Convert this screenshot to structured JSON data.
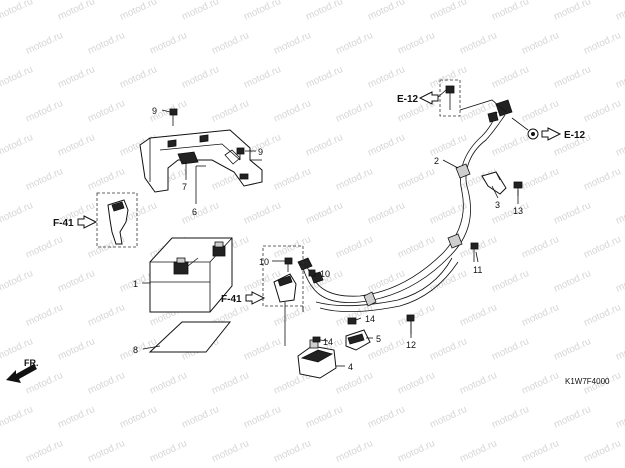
{
  "watermark": "motod.ru",
  "diagram_code": "K1W7F4000",
  "front_label": "FR.",
  "references": [
    {
      "id": "e12-left",
      "label": "E-12"
    },
    {
      "id": "e12-right",
      "label": "E-12"
    },
    {
      "id": "f41-left",
      "label": "F-41"
    },
    {
      "id": "f41-center",
      "label": "F-41"
    }
  ],
  "callouts": [
    {
      "id": "c1",
      "number": "1"
    },
    {
      "id": "c2",
      "number": "2"
    },
    {
      "id": "c3",
      "number": "3"
    },
    {
      "id": "c4",
      "number": "4"
    },
    {
      "id": "c5",
      "number": "5"
    },
    {
      "id": "c6",
      "number": "6"
    },
    {
      "id": "c7",
      "number": "7"
    },
    {
      "id": "c8",
      "number": "8"
    },
    {
      "id": "c9a",
      "number": "9"
    },
    {
      "id": "c9b",
      "number": "9"
    },
    {
      "id": "c10a",
      "number": "10"
    },
    {
      "id": "c10b",
      "number": "10"
    },
    {
      "id": "c11",
      "number": "11"
    },
    {
      "id": "c12",
      "number": "12"
    },
    {
      "id": "c13",
      "number": "13"
    },
    {
      "id": "c14a",
      "number": "14"
    },
    {
      "id": "c14b",
      "number": "14"
    }
  ]
}
